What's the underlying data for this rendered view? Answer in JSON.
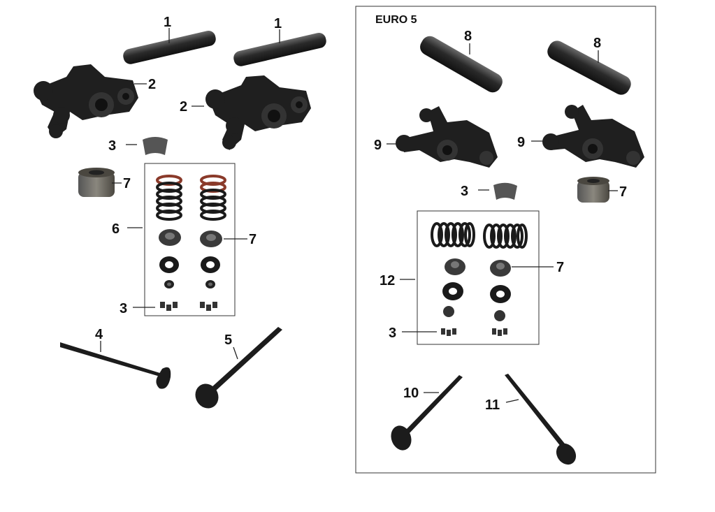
{
  "euro_box": {
    "title": "EURO 5"
  },
  "callouts": {
    "pin_left": "1",
    "pin_right": "1",
    "rocker_left": "2",
    "rocker_right": "2",
    "cotter_a": "3",
    "cotter_b": "3",
    "seal_a": "7",
    "seal_b": "7",
    "spring_kit_a": "6",
    "intake_valve": "4",
    "exhaust_valve": "5",
    "pin_euro_left": "8",
    "pin_euro_right": "8",
    "rocker_euro_left": "9",
    "rocker_euro_right": "9",
    "cotter_c": "3",
    "cotter_d": "3",
    "seal_c": "7",
    "seal_d": "7",
    "spring_kit_b": "12",
    "intake_valve_euro": "10",
    "exhaust_valve_euro": "11"
  },
  "colors": {
    "part": "#1f1f1f",
    "part_light": "#555555",
    "spring_accent": "#8a3a2a",
    "seal": "#6e6b63",
    "frame": "#333333"
  }
}
